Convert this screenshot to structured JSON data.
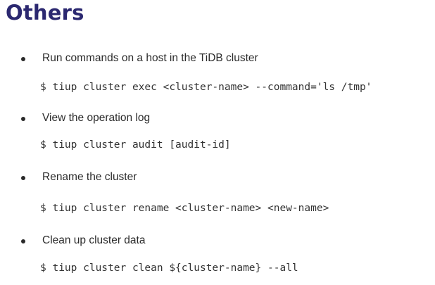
{
  "slide": {
    "title": "Others",
    "items": [
      {
        "label": "Run commands on a host in the TiDB cluster",
        "command": "$ tiup cluster exec <cluster-name> --command='ls /tmp'"
      },
      {
        "label": "View the operation log",
        "command": "$ tiup cluster audit [audit-id]"
      },
      {
        "label": "Rename the cluster",
        "command": "$ tiup cluster rename <cluster-name> <new-name>"
      },
      {
        "label": "Clean up cluster data",
        "command": "$ tiup cluster clean ${cluster-name} --all"
      }
    ]
  }
}
